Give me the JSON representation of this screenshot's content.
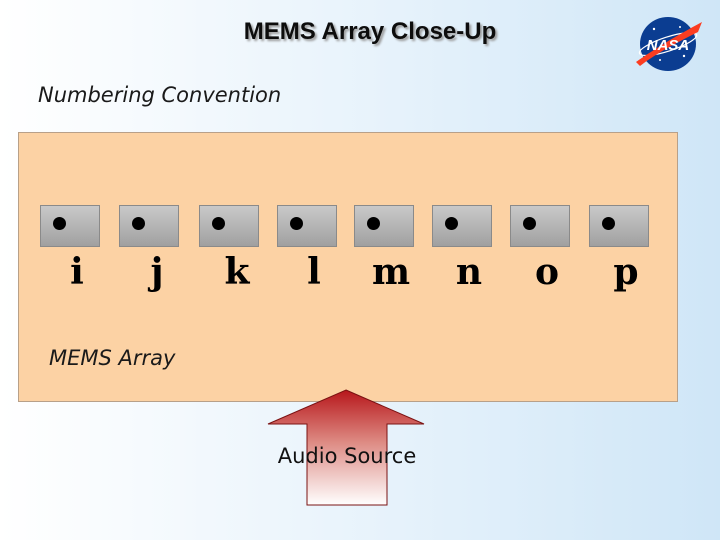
{
  "slide": {
    "title": "MEMS Array Close-Up",
    "subtitle": "Numbering Convention"
  },
  "logo": {
    "text": "NASA",
    "icon": "nasa-meatball-logo",
    "colors": {
      "blue": "#0b3d91",
      "red": "#fc3d21"
    }
  },
  "array": {
    "label": "MEMS Array",
    "fill_color": "#fcd2a4",
    "sensors": [
      {
        "label": "i"
      },
      {
        "label": "j"
      },
      {
        "label": "k"
      },
      {
        "label": "l"
      },
      {
        "label": "m"
      },
      {
        "label": "n"
      },
      {
        "label": "o"
      },
      {
        "label": "p"
      }
    ]
  },
  "source": {
    "label": "Audio Source",
    "arrow_color": "#c0392b"
  }
}
